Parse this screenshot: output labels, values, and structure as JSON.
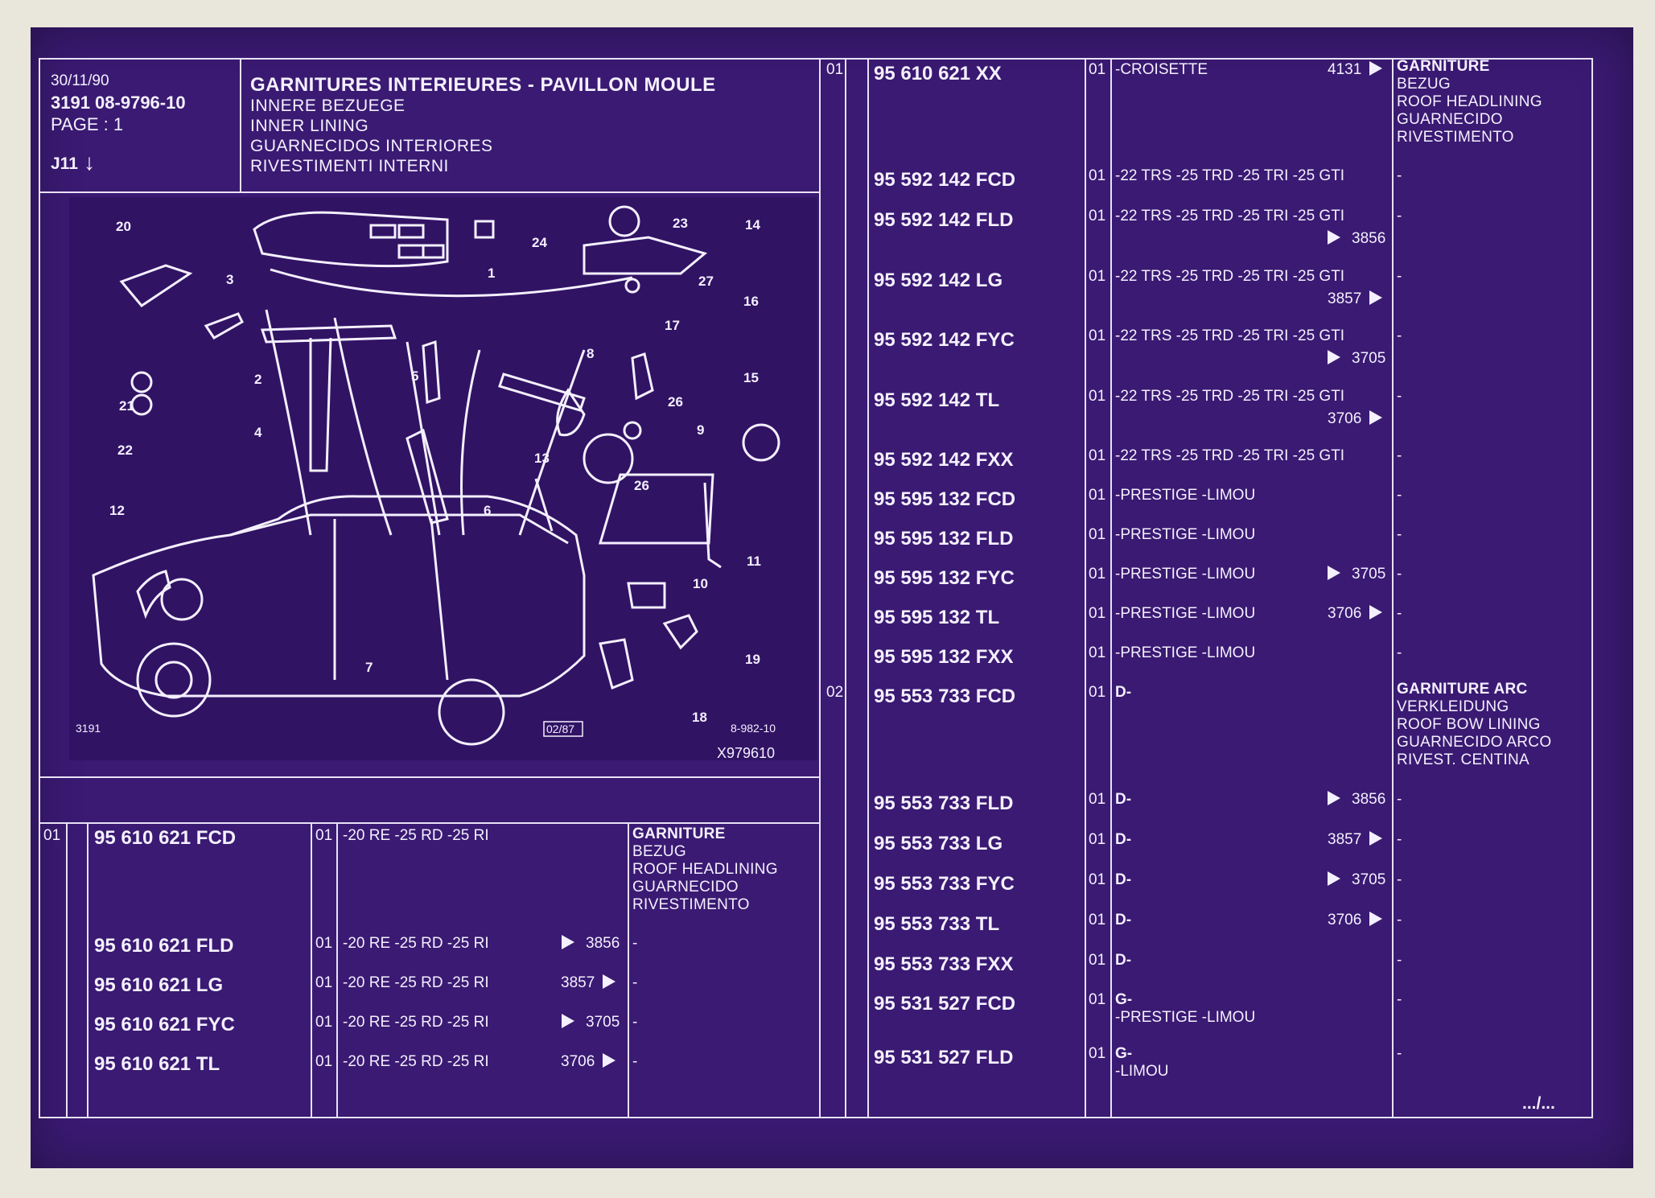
{
  "header": {
    "date": "30/11/90",
    "ref": "3191  08-9796-10",
    "page": "PAGE : 1",
    "group": "J11",
    "title": "GARNITURES INTERIEURES - PAVILLON MOULE",
    "lines": [
      "INNERE BEZUEGE",
      "INNER LINING",
      "GUARNECIDOS INTERIORES",
      "RIVESTIMENTI INTERNI"
    ]
  },
  "diagram": {
    "labels": [
      "1",
      "2",
      "3",
      "4",
      "5",
      "6",
      "7",
      "8",
      "9",
      "10",
      "11",
      "12",
      "13",
      "14",
      "16",
      "15",
      "17",
      "18",
      "19",
      "20",
      "21",
      "22",
      "23",
      "24",
      "26",
      "26",
      "27"
    ],
    "model": "3191",
    "date_box": "02/87",
    "ref": "8-982-10",
    "code": "X979610"
  },
  "left_table": {
    "rows": [
      {
        "pos": "01",
        "part": "95 610 621 FCD",
        "qty": "01",
        "text": "-20 RE -25 RD -25 RI",
        "code": "",
        "desc": [
          "GARNITURE",
          "BEZUG",
          "ROOF HEADLINING",
          "GUARNECIDO",
          "RIVESTIMENTO"
        ]
      },
      {
        "pos": "",
        "part": "95 610 621 FLD",
        "qty": "01",
        "text": "-20 RE -25 RD -25 RI",
        "code": "3856",
        "desc": [
          "-"
        ]
      },
      {
        "pos": "",
        "part": "95 610 621 LG",
        "qty": "01",
        "text": "-20 RE -25 RD -25 RI",
        "code": "3857",
        "desc": [
          "-"
        ]
      },
      {
        "pos": "",
        "part": "95 610 621 FYC",
        "qty": "01",
        "text": "-20 RE -25 RD -25 RI",
        "code": "3705",
        "desc": [
          "-"
        ]
      },
      {
        "pos": "",
        "part": "95 610 621 TL",
        "qty": "01",
        "text": "-20 RE -25 RD -25 RI",
        "code": "3706",
        "desc": [
          "-"
        ]
      }
    ]
  },
  "right_table": {
    "rows": [
      {
        "pos": "01",
        "part": "95 610 621 XX",
        "qty": "01",
        "text": [
          "-CROISETTE"
        ],
        "code": "4131",
        "desc": [
          "GARNITURE",
          "BEZUG",
          "ROOF HEADLINING",
          "GUARNECIDO",
          "RIVESTIMENTO"
        ]
      },
      {
        "pos": "",
        "part": "95 592 142 FCD",
        "qty": "01",
        "text": [
          "-22 TRS -25 TRD -25 TRI -25 GTI"
        ],
        "code": "",
        "desc": [
          "-"
        ]
      },
      {
        "pos": "",
        "part": "95 592 142 FLD",
        "qty": "01",
        "text": [
          "-22 TRS -25 TRD -25 TRI -25 GTI"
        ],
        "code": "3856",
        "desc": [
          "-"
        ]
      },
      {
        "pos": "",
        "part": "95 592 142 LG",
        "qty": "01",
        "text": [
          "-22 TRS -25 TRD -25 TRI -25 GTI"
        ],
        "code": "3857",
        "desc": [
          "-"
        ]
      },
      {
        "pos": "",
        "part": "95 592 142 FYC",
        "qty": "01",
        "text": [
          "-22 TRS -25 TRD -25 TRI -25 GTI"
        ],
        "code": "3705",
        "desc": [
          "-"
        ]
      },
      {
        "pos": "",
        "part": "95 592 142 TL",
        "qty": "01",
        "text": [
          "-22 TRS -25 TRD -25 TRI -25 GTI"
        ],
        "code": "3706",
        "desc": [
          "-"
        ]
      },
      {
        "pos": "",
        "part": "95 592 142 FXX",
        "qty": "01",
        "text": [
          "-22 TRS -25 TRD -25 TRI -25 GTI"
        ],
        "code": "",
        "desc": [
          "-"
        ]
      },
      {
        "pos": "",
        "part": "95 595 132 FCD",
        "qty": "01",
        "text": [
          "-PRESTIGE -LIMOU"
        ],
        "code": "",
        "desc": [
          "-"
        ]
      },
      {
        "pos": "",
        "part": "95 595 132 FLD",
        "qty": "01",
        "text": [
          "-PRESTIGE -LIMOU"
        ],
        "code": "",
        "desc": [
          "-"
        ]
      },
      {
        "pos": "",
        "part": "95 595 132 FYC",
        "qty": "01",
        "text": [
          "-PRESTIGE -LIMOU"
        ],
        "code": "3705",
        "desc": [
          "-"
        ]
      },
      {
        "pos": "",
        "part": "95 595 132 TL",
        "qty": "01",
        "text": [
          "-PRESTIGE -LIMOU"
        ],
        "code": "3706",
        "desc": [
          "-"
        ]
      },
      {
        "pos": "",
        "part": "95 595 132 FXX",
        "qty": "01",
        "text": [
          "-PRESTIGE -LIMOU"
        ],
        "code": "",
        "desc": [
          "-"
        ]
      },
      {
        "pos": "02",
        "part": "95 553 733 FCD",
        "qty": "01",
        "text": [
          "D-"
        ],
        "code": "",
        "desc": [
          "GARNITURE ARC",
          "VERKLEIDUNG",
          "ROOF BOW LINING",
          "GUARNECIDO ARCO",
          "RIVEST. CENTINA"
        ]
      },
      {
        "pos": "",
        "part": "95 553 733 FLD",
        "qty": "01",
        "text": [
          "D-"
        ],
        "code": "3856",
        "desc": [
          "-"
        ]
      },
      {
        "pos": "",
        "part": "95 553 733 LG",
        "qty": "01",
        "text": [
          "D-"
        ],
        "code": "3857",
        "desc": [
          "-"
        ]
      },
      {
        "pos": "",
        "part": "95 553 733 FYC",
        "qty": "01",
        "text": [
          "D-"
        ],
        "code": "3705",
        "desc": [
          "-"
        ]
      },
      {
        "pos": "",
        "part": "95 553 733 TL",
        "qty": "01",
        "text": [
          "D-"
        ],
        "code": "3706",
        "desc": [
          "-"
        ]
      },
      {
        "pos": "",
        "part": "95 553 733 FXX",
        "qty": "01",
        "text": [
          "D-"
        ],
        "code": "",
        "desc": [
          "-"
        ]
      },
      {
        "pos": "",
        "part": "95 531 527 FCD",
        "qty": "01",
        "text": [
          "G-",
          "-PRESTIGE -LIMOU"
        ],
        "code": "",
        "desc": [
          "-"
        ]
      },
      {
        "pos": "",
        "part": "95 531 527 FLD",
        "qty": "01",
        "text": [
          "G-",
          "-LIMOU"
        ],
        "code": "",
        "desc": [
          "-"
        ]
      }
    ],
    "continuation": ".../..."
  },
  "colors": {
    "sheet": "#3a1a72",
    "ink": "#f4f0ff",
    "lines": "#e8e2f6"
  }
}
